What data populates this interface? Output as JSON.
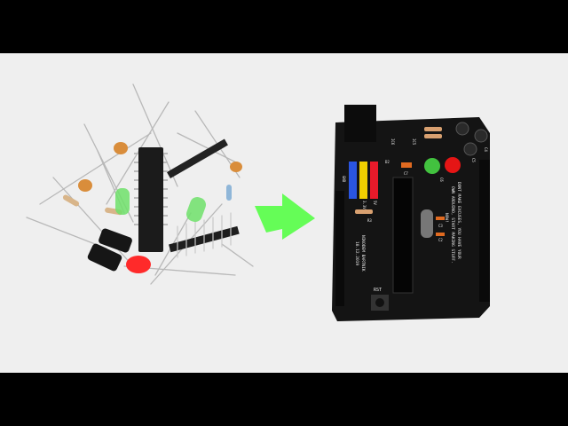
{
  "photo": {
    "background_color": "#efefef",
    "letterbox_color": "#000000",
    "arrow_color": "#4cff3c",
    "board_color": "#141414",
    "board_silkscreen": {
      "message": [
        "DONT MAKE EXCUSES, YOU HAVE YOUR",
        "OWN ARDUINO, START MAKING STUFF.",
        "NOW!"
      ],
      "author": "NIKODEM BARTNIK",
      "date": "10.12.2019",
      "reset_label": "RST",
      "pin_labels": [
        "GND",
        "3.3V",
        "5V"
      ],
      "component_labels": [
        "IC6",
        "IC5",
        "D2",
        "C7",
        "C6",
        "R3",
        "C3",
        "C2",
        "C4",
        "C5"
      ]
    }
  }
}
